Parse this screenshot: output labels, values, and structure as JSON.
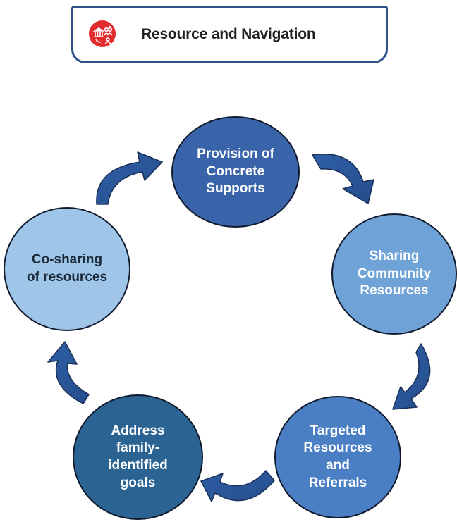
{
  "header": {
    "title": "Resource and Navigation",
    "icon": "building-and-people-icon",
    "icon_color": "#e02b2f",
    "border_color": "#2e5189"
  },
  "cycle": {
    "nodes": [
      {
        "id": "provision",
        "label": "Provision of\nConcrete\nSupports",
        "fill": "#3a64a9",
        "text_color": "#ffffff"
      },
      {
        "id": "sharing",
        "label": "Sharing\nCommunity\nResources",
        "fill": "#6fa3d8",
        "text_color": "#ffffff"
      },
      {
        "id": "targeted",
        "label": "Targeted\nResources\nand\nReferrals",
        "fill": "#4a7fc4",
        "text_color": "#ffffff"
      },
      {
        "id": "address",
        "label": "Address\nfamily-\nidentified\ngoals",
        "fill": "#2b6393",
        "text_color": "#ffffff"
      },
      {
        "id": "cosharing",
        "label": "Co-sharing\nof resources",
        "fill": "#9fc6e8",
        "text_color": "#1d2a3a"
      }
    ],
    "arrow_color": "#2d5a9a",
    "arrow_outline": "#1a2f57"
  }
}
